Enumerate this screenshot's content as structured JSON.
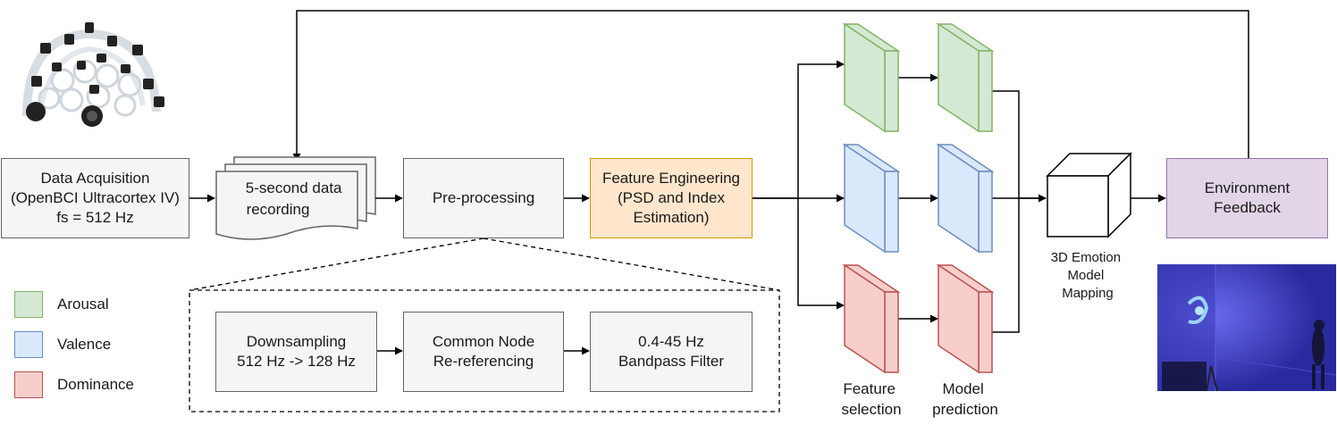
{
  "colors": {
    "arousal_fill": "#d5e8d4",
    "arousal_stroke": "#82b366",
    "valence_fill": "#dae8fc",
    "valence_stroke": "#6c8ebf",
    "dominance_fill": "#f8cecc",
    "dominance_stroke": "#b85450",
    "feature_fill": "#ffe6cc",
    "feature_stroke": "#d79b00",
    "env_fill": "#e1d5e7",
    "env_stroke": "#9673a6",
    "box_fill": "#f5f5f5",
    "box_stroke": "#666666"
  },
  "images": {
    "headset": "eeg-headset-image",
    "room": "immersive-room-photo"
  },
  "nodes": {
    "acquisition": [
      "Data Acquisition",
      "(OpenBCI Ultracortex IV)",
      "fs = 512 Hz"
    ],
    "recording": [
      "5-second data",
      "recording"
    ],
    "preprocessing": "Pre-processing",
    "feature_eng": [
      "Feature Engineering",
      "(PSD and Index",
      "Estimation)"
    ],
    "environment": [
      "Environment",
      "Feedback"
    ],
    "emotion_mapping": [
      "3D Emotion",
      "Model",
      "Mapping"
    ],
    "downsampling": [
      "Downsampling",
      "512 Hz -> 128 Hz"
    ],
    "rereferencing": [
      "Common Node",
      "Re-referencing"
    ],
    "bandpass": [
      "0.4-45 Hz",
      "Bandpass Filter"
    ],
    "feature_selection": [
      "Feature",
      "selection"
    ],
    "model_prediction": [
      "Model",
      "prediction"
    ]
  },
  "legend": [
    {
      "label": "Arousal",
      "color": "arousal"
    },
    {
      "label": "Valence",
      "color": "valence"
    },
    {
      "label": "Dominance",
      "color": "dominance"
    }
  ]
}
